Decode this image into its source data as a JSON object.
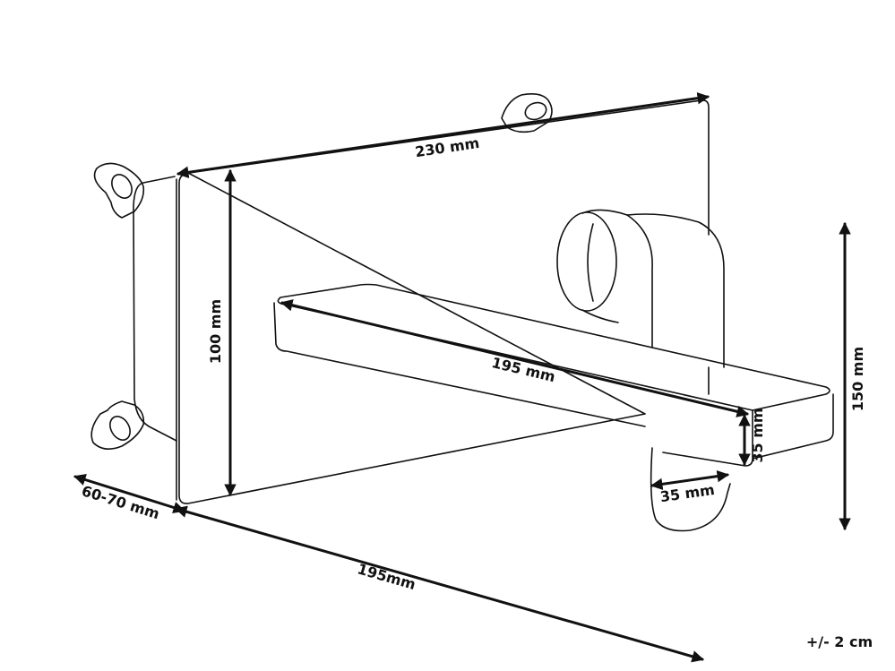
{
  "dimensions": {
    "plate_width": "230 mm",
    "plate_height": "100 mm",
    "spout_length": "195 mm",
    "spout_height": "35 mm",
    "spout_width": "35 mm",
    "total_height": "150 mm",
    "wall_depth": "60-70 mm",
    "total_depth": "195mm"
  },
  "tolerance": "+/- 2 cm",
  "colors": {
    "line": "#111111",
    "background": "#ffffff"
  }
}
